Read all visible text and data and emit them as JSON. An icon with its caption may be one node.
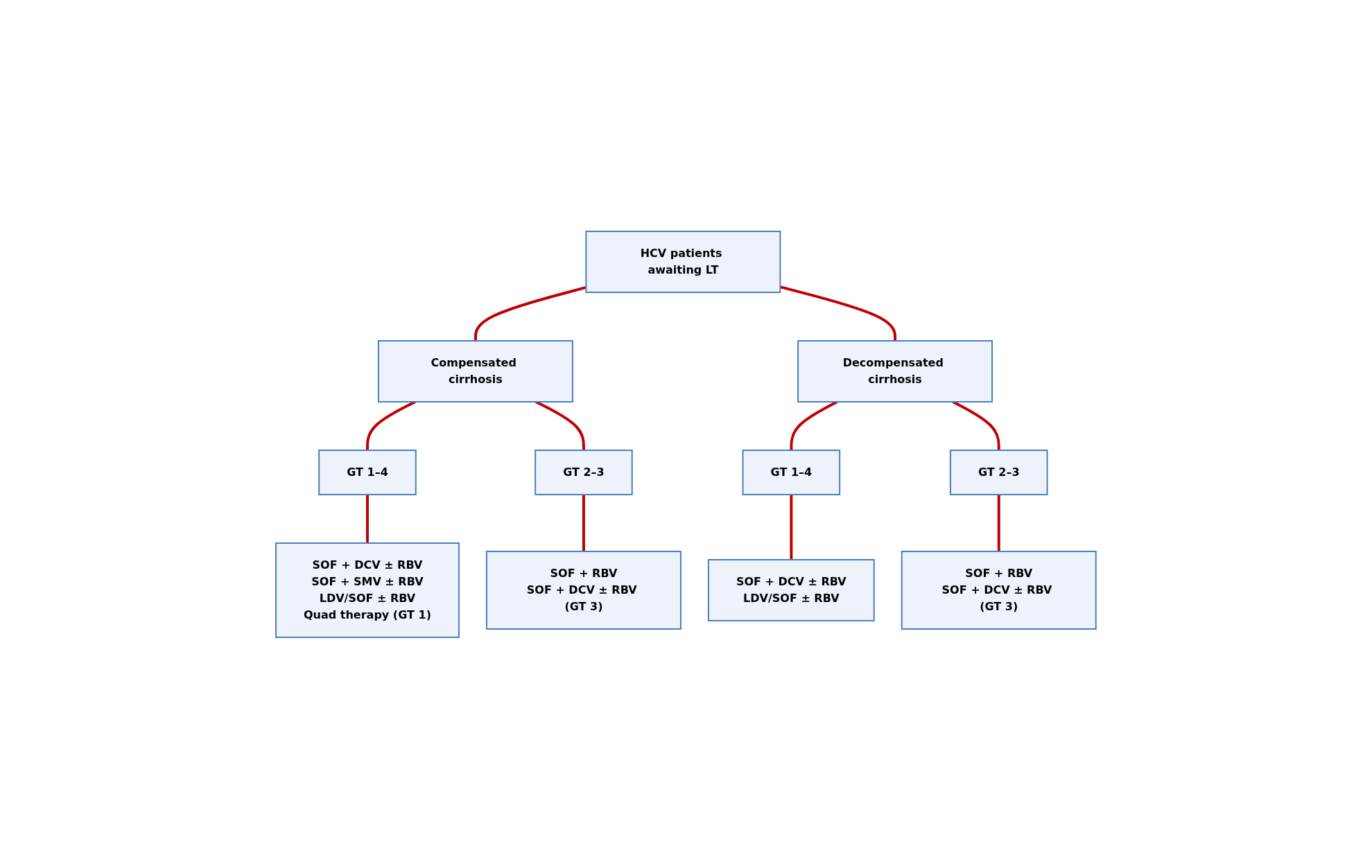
{
  "diagram": {
    "nodes": [
      {
        "text": [
          "HCV patients awaiting LT"
        ]
      },
      {
        "text": [
          "Compensated cirrhosis"
        ]
      },
      {
        "text": [
          "Decompensated cirrhosis"
        ]
      },
      {
        "text": [
          "GT 1–4"
        ]
      },
      {
        "text": [
          "GT 2–3"
        ]
      },
      {
        "text": [
          "GT 1–4"
        ]
      },
      {
        "text": [
          "GT 2–3"
        ]
      },
      {
        "text": [
          "SOF + DCV ± RBV",
          "SOF + SMV ± RBV",
          "LDV/SOF ± RBV",
          "Quad therapy (GT 1)"
        ]
      },
      {
        "text": [
          "SOF + RBV",
          "SOF + DCV ± RBV (GT 3)"
        ]
      },
      {
        "text": [
          "SOF + DCV ± RBV",
          "LDV/SOF ± RBV"
        ]
      },
      {
        "text": [
          "SOF + RBV",
          "SOF + DCV ± RBV (GT 3)"
        ]
      }
    ],
    "edges": [
      {
        "from": 0,
        "to": 1,
        "arrow": "none"
      },
      {
        "from": 0,
        "to": 2,
        "arrow": "none"
      },
      {
        "from": 1,
        "to": 3,
        "arrow": "none"
      },
      {
        "from": 1,
        "to": 4,
        "arrow": "none"
      },
      {
        "from": 2,
        "to": 5,
        "arrow": "none"
      },
      {
        "from": 2,
        "to": 6,
        "arrow": "none"
      },
      {
        "from": 3,
        "to": 7,
        "arrow": "none"
      },
      {
        "from": 4,
        "to": 8,
        "arrow": "none"
      },
      {
        "from": 5,
        "to": 9,
        "arrow": "none"
      },
      {
        "from": 6,
        "to": 10,
        "arrow": "none"
      }
    ]
  }
}
